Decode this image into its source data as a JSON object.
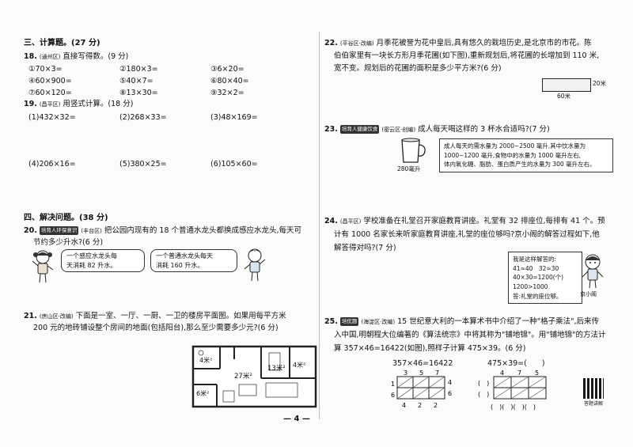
{
  "section3": {
    "title": "三、计算题。(27 分)"
  },
  "q18": {
    "num": "18.",
    "tag": "(通州区)",
    "text": "直接写得数。(9 分)",
    "items": [
      "①70×3=",
      "②180×3=",
      "③6×20=",
      "④60×900=",
      "⑤40×7=",
      "⑥80×40=",
      "⑦60×120=",
      "⑧13×30=",
      "⑨32×2="
    ]
  },
  "q19": {
    "num": "19.",
    "tag": "(昌平区)",
    "text": "用竖式计算。(18 分)",
    "row1": [
      "(1)432×32=",
      "(2)268×33=",
      "(3)48×169="
    ],
    "row2": [
      "(4)206×16=",
      "(5)380×25=",
      "(6)105×60="
    ]
  },
  "section4": {
    "title": "四、解决问题。(38 分)"
  },
  "q20": {
    "num": "20.",
    "badge": "培育人环保意识",
    "tag": "(丰台区)",
    "line1": "把公园内现有的 18 个普通水龙头都换成感应水龙头,每天可",
    "line2": "节约多少升水?(6 分)",
    "bubble1": [
      "一个感应水龙头每",
      "天消耗 82 升水。"
    ],
    "bubble2": [
      "一个普通水龙头每天",
      "消耗 160 升水。"
    ]
  },
  "q21": {
    "num": "21.",
    "tag": "(房山区·改编)",
    "line1": "下面是一室、一厅、一厨、一卫的楼房平面图。如果用每平方米",
    "line2": "200 元的地砖铺设整个房间的地面(包括阳台),那么至少需要多少元?(6 分)",
    "rooms": [
      "13米²",
      "4米²",
      "4米²",
      "27米²",
      "6米²"
    ]
  },
  "q22": {
    "num": "22.",
    "tag": "(平谷区·改编)",
    "line1": "月季花被誉为花中皇后,具有悠久的栽培历史,是北京市的市花。陈",
    "line2": "伯伯家里有一块长方形月季花圃(如下图),重新规划后,将花圃的长增加到 110 米,",
    "line3": "宽不变。规划后的花圃的面积是多少平方米?(6 分)",
    "width_label": "20米",
    "length_label": "60米"
  },
  "q23": {
    "num": "23.",
    "badge": "培育人健康饮食",
    "tag": "(密云区·创编)",
    "text": "成人每天喝这样的 3 杯水合适吗?(7 分)",
    "cup_label": "280毫升",
    "note": [
      "成人每天的需水量为 2000~2500 毫升,其中饮水量为",
      "1000~1200 毫升,食物中的水量为 1000 毫升左右,",
      "体内氧化糖、脂肪、蛋白质产生的水量为 300 毫升左右。"
    ]
  },
  "q24": {
    "num": "24.",
    "tag": "(昌平区)",
    "line1": "学校准备在礼堂召开家庭教育讲座。礼堂有 32 排座位,每排有 41 个。预",
    "line2": "计有 1000 名家长来听家庭教育讲座,礼堂的座位够吗?京小阁的解答过程如下,他",
    "line3": "解答得对吗?(7 分)",
    "work": [
      "我是这样解答的:",
      "41≈40　32≈30",
      "40×30=1200(个)",
      "1200>1000",
      "答:礼堂的座位够。"
    ],
    "name": "京小阁"
  },
  "q25": {
    "num": "25.",
    "badge": "培优题",
    "tag": "(海淀区·改编)",
    "line1": "15 世纪意大利的一本算术书中介绍了一种\"格子乘法\",后来传",
    "line2": "入中国,明朝程大位编著的《算法统宗》中将其称为\"铺地锦\"。用\"铺地锦\"的方法计",
    "line3": "算 357×46=16422(如图),照样子计算 475×39。(6 分)",
    "example_eq": "357×46=16422",
    "task_eq": "475×39=(　　)",
    "example_top": [
      "3",
      "5",
      "7"
    ],
    "example_right": [
      "4",
      "6"
    ],
    "example_bottom": [
      "1",
      "6",
      "4",
      "2",
      "2"
    ],
    "task_top": [
      "4",
      "7",
      "5"
    ],
    "task_side": [
      "(　)",
      "(　)"
    ],
    "task_bottom": [
      "(　)(　)(　)(　)"
    ],
    "qr_label": "答题讲解"
  },
  "page_number": "— 4 —"
}
